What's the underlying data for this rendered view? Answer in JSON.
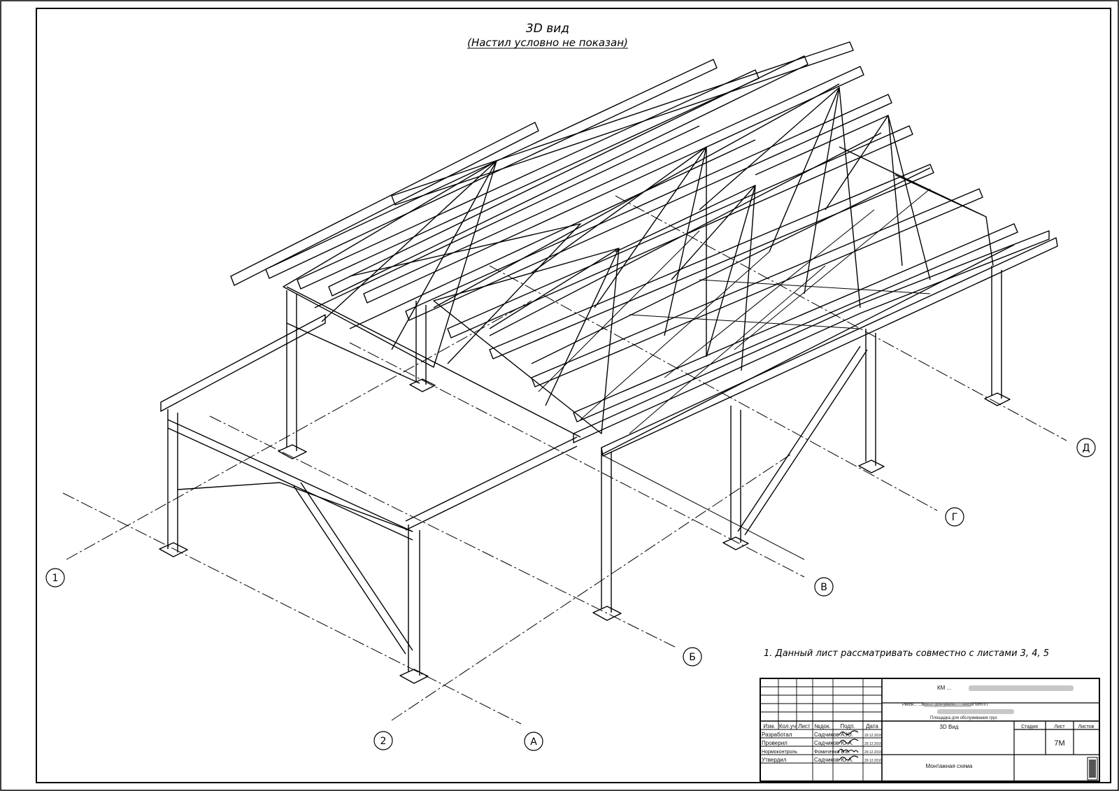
{
  "drawing": {
    "title": "3D вид",
    "subtitle": "(Настил условно не показан)",
    "note": "1. Данный лист рассматривать совместно с листами 3, 4, 5",
    "axes": {
      "numbers": [
        "1",
        "2"
      ],
      "letters": [
        "А",
        "Б",
        "В",
        "Г",
        "Д"
      ]
    }
  },
  "title_block": {
    "code": "КМ ... ",
    "line1": "Рекон... ...мск-2\" для увели... ...ности МНПП",
    "line2": "Площадка для обслуживания груз",
    "headers": [
      "Изм.",
      "Кол.уч",
      "Лист",
      "№док.",
      "Подп.",
      "Дата"
    ],
    "rows": [
      {
        "role": "Разработал",
        "name": "Садчиков А.Ю.",
        "date": "29.12.2016"
      },
      {
        "role": "Проверил",
        "name": "Садчиков Ю.А.",
        "date": "29.12.2016"
      },
      {
        "role": "Нормоконтроль",
        "name": "Фомиченко В.В.",
        "date": "29.12.2016"
      },
      {
        "role": "Утвердил",
        "name": "Садчиков Ю.А.",
        "date": "29.12.2016"
      }
    ],
    "view_name": "3D Вид",
    "scheme_name": "Монтажная схема",
    "stage_label": "Стадия",
    "sheet_label": "Лист",
    "sheets_label": "Листов",
    "sheet_value": "7М"
  }
}
